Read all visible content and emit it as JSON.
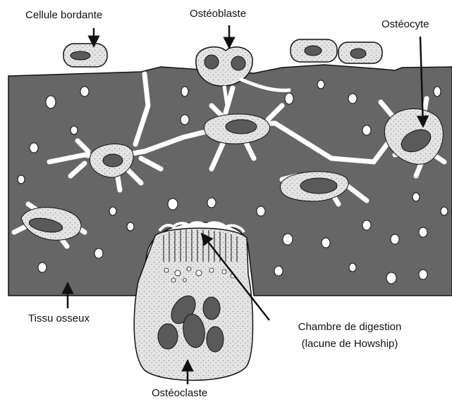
{
  "labels": {
    "lining_cell": "Cellule bordante",
    "osteoblast": "Ostéoblaste",
    "osteocyte": "Ostéocyte",
    "bone_tissue": "Tissu osseux",
    "digestion_chamber_line1": "Chambre de digestion",
    "digestion_chamber_line2": "(lacune de Howship)",
    "osteoclast": "Ostéoclaste"
  },
  "colors": {
    "bone": "#666666",
    "cell_fill": "#e4e4e4",
    "nucleus": "#5a5a5a",
    "outline": "#111111",
    "stipple": "#8a8a8a"
  },
  "icons": {
    "arrow": "black-arrow-icon"
  }
}
